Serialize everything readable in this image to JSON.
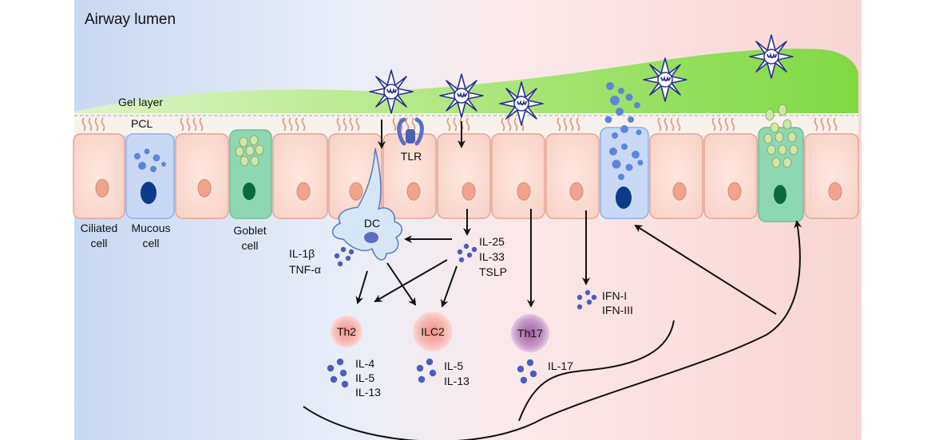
{
  "title": "Airway lumen",
  "layers": {
    "gel": "Gel layer",
    "pcl": "PCL"
  },
  "cells": {
    "ciliated": [
      "Ciliated",
      "cell"
    ],
    "mucous": [
      "Mucous",
      "cell"
    ],
    "goblet": [
      "Goblet",
      "cell"
    ]
  },
  "receptor": "TLR",
  "immune": {
    "dc": "DC",
    "th2": "Th2",
    "ilc2": "ILC2",
    "th17": "Th17"
  },
  "cytokines": {
    "dc": [
      "IL-1β",
      "TNF-α"
    ],
    "epithelial": [
      "IL-25",
      "IL-33",
      "TSLP"
    ],
    "th2": [
      "IL-4",
      "IL-5",
      "IL-13"
    ],
    "ilc2": [
      "IL-5",
      "IL-13"
    ],
    "th17": [
      "IL-17"
    ],
    "ifn": [
      "IFN-I",
      "IFN-III"
    ]
  },
  "colors": {
    "cell_fill": "#fbdcd3",
    "cell_stroke": "#e4a596",
    "nucleus": "#f0a48e",
    "mucous_fill": "#c9d9f5",
    "mucous_stroke": "#8fb0e6",
    "mucous_nucleus": "#0e3a8a",
    "goblet_fill": "#8ed7b3",
    "goblet_nucleus": "#0a6a3f",
    "gel": "#8fde55",
    "virus": "#2a2f8f",
    "dot": "#4b5cc4",
    "th2": "#f4a9a5",
    "th17": "#a66aa5",
    "cilia": "#e69a86",
    "arrow": "#111111"
  },
  "icons": {
    "virus": "virus-icon",
    "receptor": "tlr-receptor-icon",
    "cytokine": "cytokine-dot-icon"
  }
}
